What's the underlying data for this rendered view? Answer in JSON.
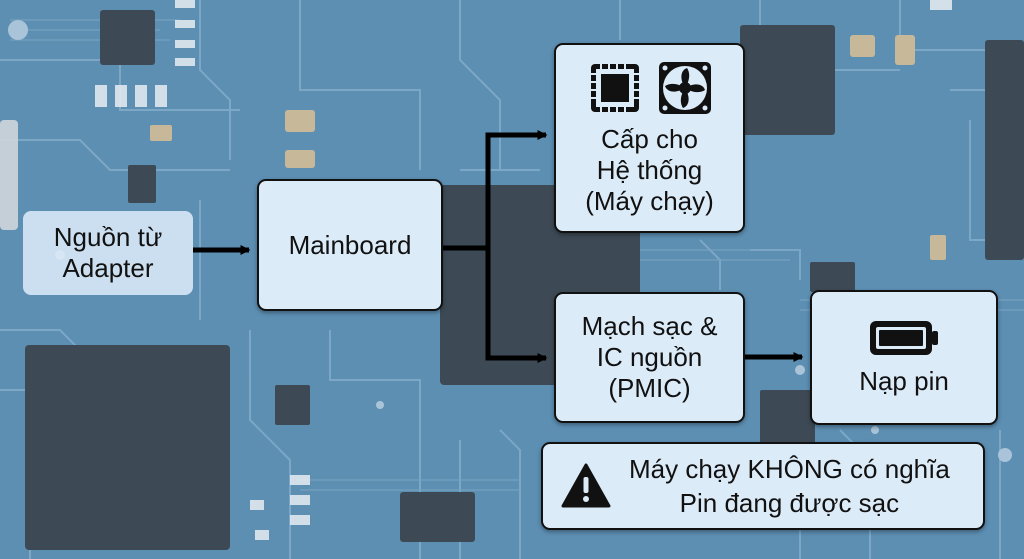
{
  "diagram": {
    "nodes": {
      "source": {
        "lines": [
          "Nguồn từ",
          "Adapter"
        ]
      },
      "mainboard": {
        "lines": [
          "Mainboard"
        ]
      },
      "system": {
        "lines": [
          "Cấp cho",
          "Hệ thống",
          "(Máy chạy)"
        ],
        "icons": [
          "cpu-chip-icon",
          "cooling-fan-icon"
        ]
      },
      "pmic": {
        "lines": [
          "Mạch sạc &",
          "IC nguồn",
          "(PMIC)"
        ]
      },
      "battery": {
        "lines": [
          "Nạp pin"
        ],
        "icons": [
          "battery-icon"
        ]
      }
    },
    "edges": [
      {
        "from": "source",
        "to": "mainboard"
      },
      {
        "from": "mainboard",
        "to": "system"
      },
      {
        "from": "mainboard",
        "to": "pmic"
      },
      {
        "from": "pmic",
        "to": "battery"
      }
    ],
    "warning": {
      "icon": "warning-triangle-icon",
      "lines": [
        "Máy chạy KHÔNG có nghĩa",
        "Pin đang được sạc"
      ]
    }
  },
  "colors": {
    "background": "#5d8fb3",
    "box_fill": "#dcebf8",
    "box_border": "#111111",
    "arrow": "#000000"
  }
}
